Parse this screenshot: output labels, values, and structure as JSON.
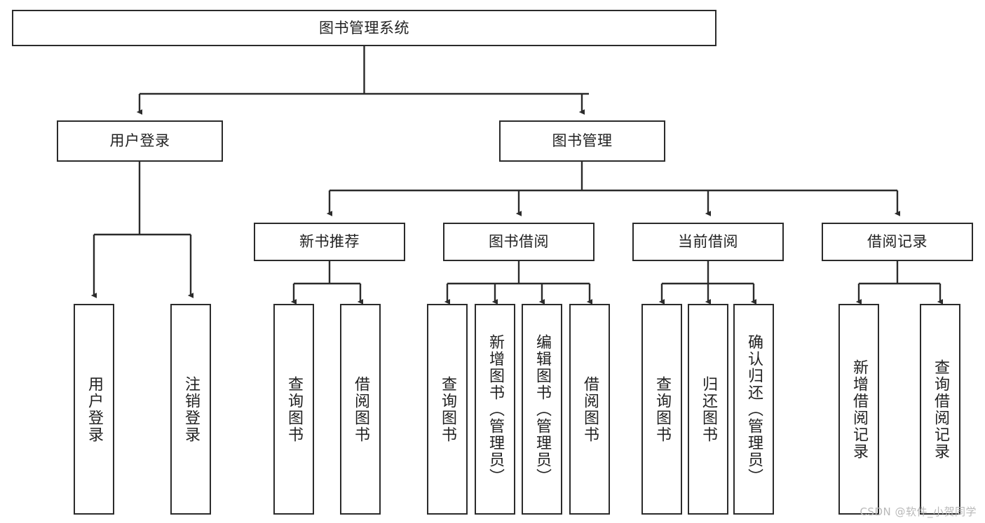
{
  "diagram": {
    "title": "图书管理系统",
    "type": "tree-hierarchy-chart",
    "watermark": "CSDN @软件_小贺同学",
    "colors": {
      "stroke": "#2b2b2b",
      "fill": "#ffffff",
      "text": "#222222",
      "watermark": "#b9b9b9"
    },
    "levels": {
      "root": "图书管理系统",
      "level2": [
        "用户登录",
        "图书管理"
      ],
      "level3": [
        "新书推荐",
        "图书借阅",
        "当前借阅",
        "借阅记录"
      ]
    },
    "nodes": {
      "root": {
        "label": "图书管理系统"
      },
      "l2": [
        {
          "label": "用户登录"
        },
        {
          "label": "图书管理"
        }
      ],
      "l3": [
        {
          "label": "新书推荐"
        },
        {
          "label": "图书借阅"
        },
        {
          "label": "当前借阅"
        },
        {
          "label": "借阅记录"
        }
      ],
      "leaves_user_login": [
        {
          "label": "用户登录"
        },
        {
          "label": "注销登录"
        }
      ],
      "leaves_new_book": [
        {
          "label": "查询图书"
        },
        {
          "label": "借阅图书"
        }
      ],
      "leaves_borrow": [
        {
          "label": "查询图书"
        },
        {
          "label": "新增图书（管理员）"
        },
        {
          "label": "编辑图书（管理员）"
        },
        {
          "label": "借阅图书"
        }
      ],
      "leaves_current": [
        {
          "label": "查询图书"
        },
        {
          "label": "归还图书"
        },
        {
          "label": "确认归还（管理员）"
        }
      ],
      "leaves_records": [
        {
          "label": "新增借阅记录"
        },
        {
          "label": "查询借阅记录"
        }
      ]
    }
  }
}
